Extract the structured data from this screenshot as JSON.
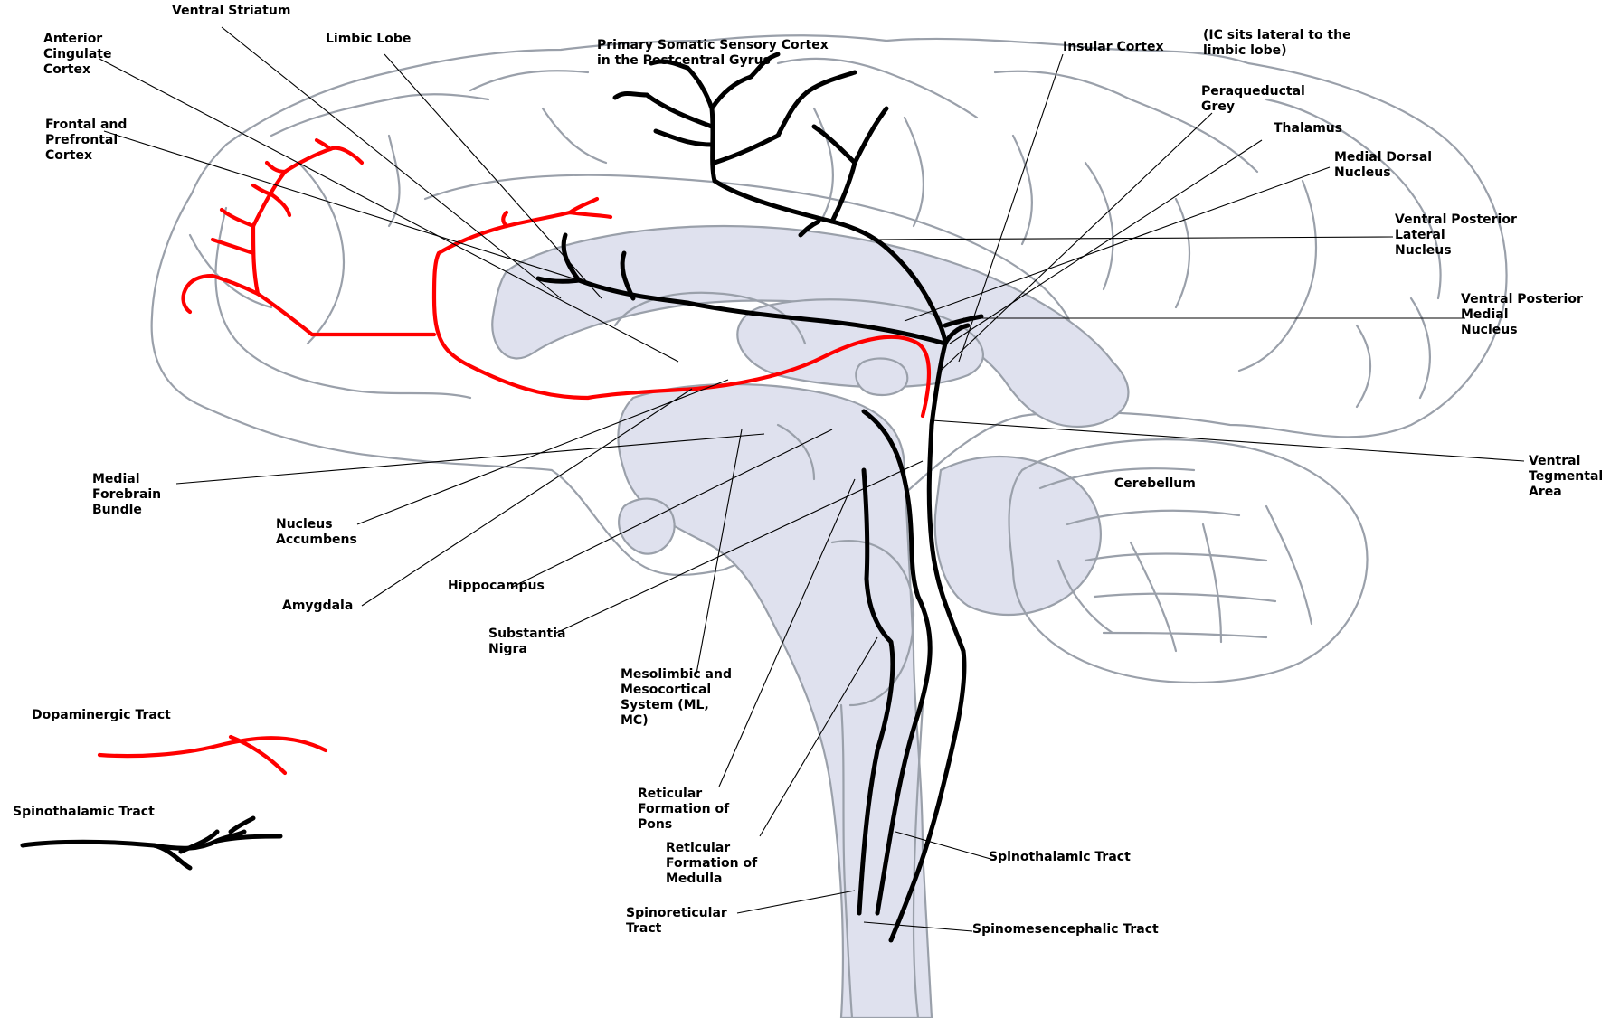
{
  "colors": {
    "dopaminergic": "#ff0000",
    "spinothalamic": "#000000",
    "brain_outline": "#9aa0aa",
    "brain_shading": "#dfe1ee",
    "background": "#ffffff"
  },
  "labels": {
    "ventral_striatum": "Ventral Striatum",
    "anterior_cingulate": "Anterior\nCingulate\nCortex",
    "limbic_lobe": "Limbic Lobe",
    "primary_somatic": "Primary Somatic Sensory Cortex\nin the Postcentral Gyrus",
    "insular_cortex": "Insular Cortex",
    "ic_note": "(IC sits lateral to the\nlimbic lobe)",
    "frontal_prefrontal": "Frontal and\nPrefrontal\nCortex",
    "periaqueductal_grey": "Peraqueductal\nGrey",
    "thalamus": "Thalamus",
    "medial_dorsal": "Medial Dorsal\nNucleus",
    "vpl": "Ventral Posterior\nLateral\nNucleus",
    "vpm": "Ventral Posterior\nMedial\nNucleus",
    "vta": "Ventral\nTegmental\nArea",
    "cerebellum": "Cerebellum",
    "medial_forebrain": "Medial\nForebrain\nBundle",
    "nucleus_accumbens": "Nucleus\nAccumbens",
    "hippocampus": "Hippocampus",
    "amygdala": "Amygdala",
    "substantia_nigra": "Substantia\nNigra",
    "mesolimbic": "Mesolimbic and\nMesocortical\nSystem (ML,\nMC)",
    "reticular_pons": "Reticular\nFormation of\nPons",
    "reticular_medulla": "Reticular\nFormation of\nMedulla",
    "spinothalamic_tract": "Spinothalamic Tract",
    "spinoreticular_tract": "Spinoreticular\nTract",
    "spinomesencephalic_tract": "Spinomesencephalic Tract"
  },
  "legend": {
    "dopaminergic_label": "Dopaminergic Tract",
    "spinothalamic_label": "Spinothalamic Tract"
  }
}
